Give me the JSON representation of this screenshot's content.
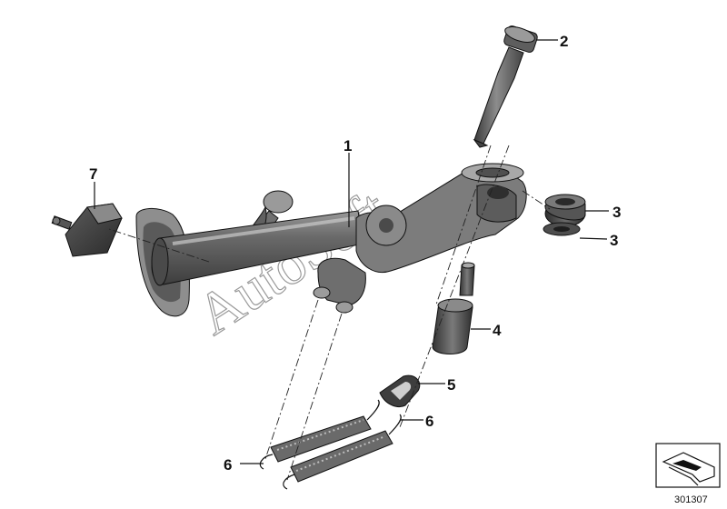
{
  "diagram": {
    "callouts": [
      {
        "id": "c1",
        "label": "1"
      },
      {
        "id": "c2",
        "label": "2"
      },
      {
        "id": "c3a",
        "label": "3"
      },
      {
        "id": "c3b",
        "label": "3"
      },
      {
        "id": "c4",
        "label": "4"
      },
      {
        "id": "c5",
        "label": "5"
      },
      {
        "id": "c6a",
        "label": "6"
      },
      {
        "id": "c6b",
        "label": "6"
      },
      {
        "id": "c7",
        "label": "7"
      }
    ],
    "diagram_number": "301307",
    "watermark": "AutoSoft"
  },
  "colors": {
    "background": "#ffffff",
    "part_dark": "#555555",
    "part_mid": "#8a8a8a",
    "part_light": "#c8c8c8",
    "line": "#111111"
  }
}
